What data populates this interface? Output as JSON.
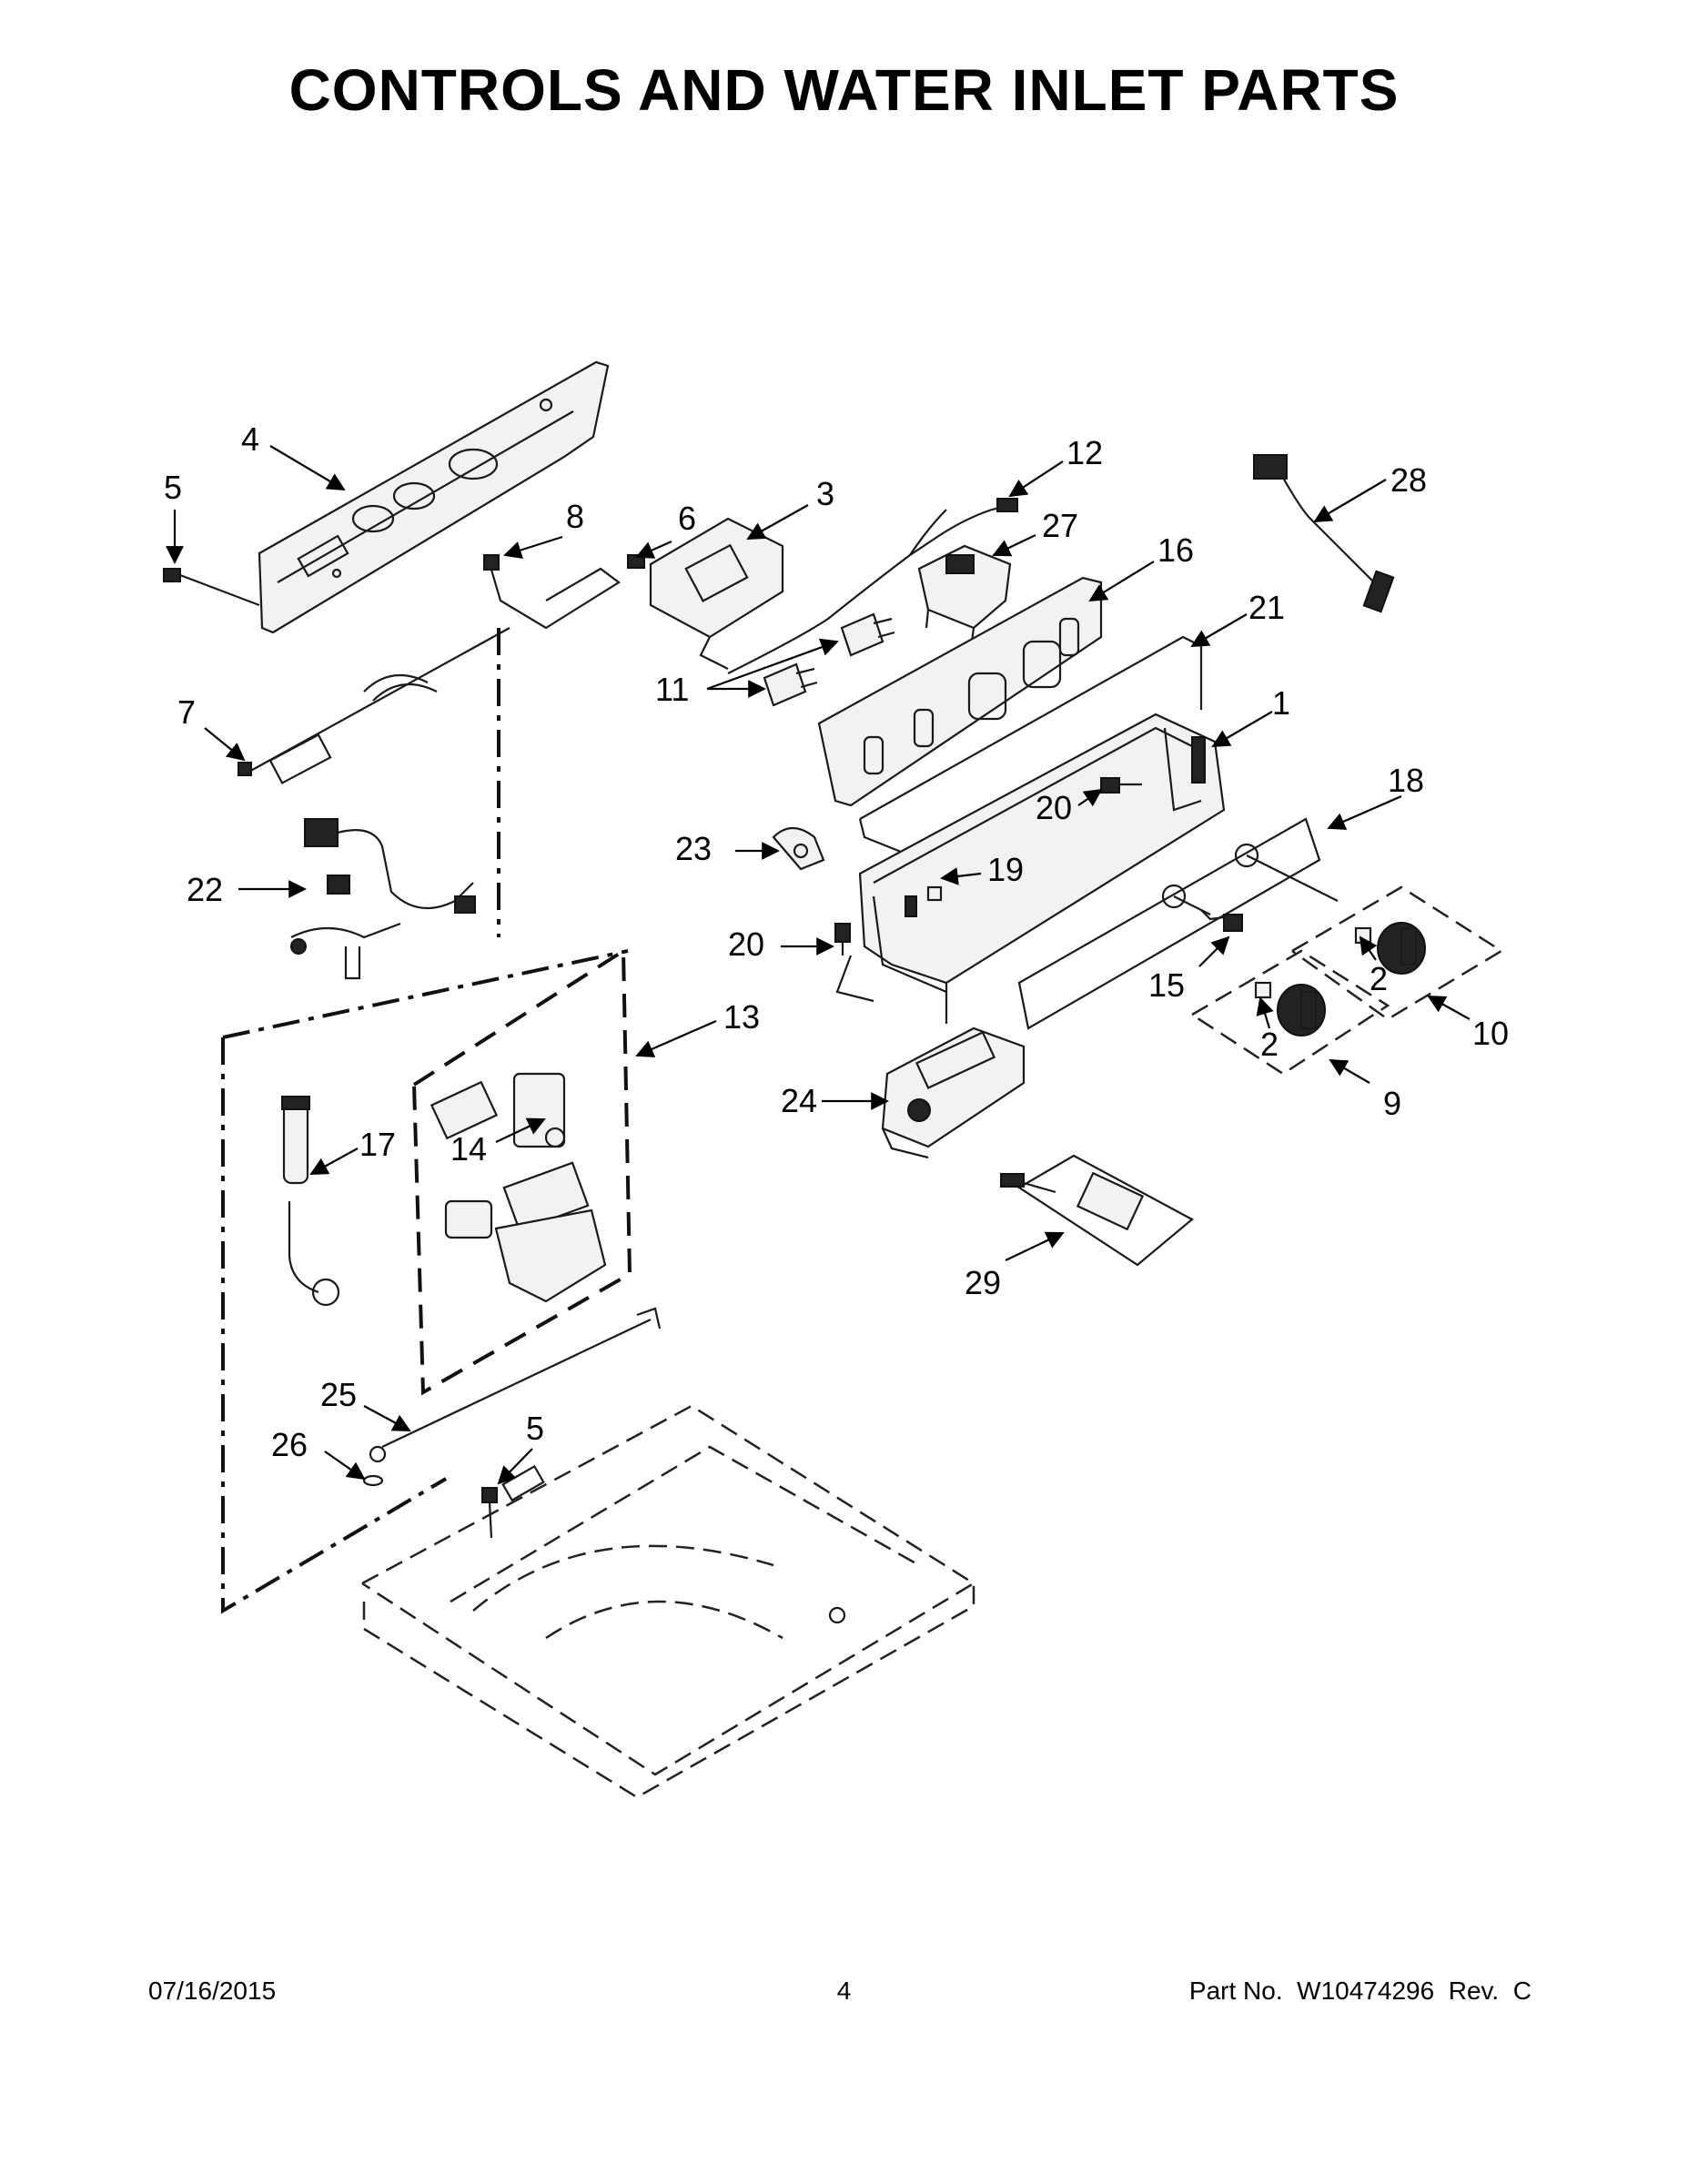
{
  "title": "CONTROLS AND WATER INLET PARTS",
  "footer": {
    "date": "07/16/2015",
    "page": "4",
    "part_number": "Part No.  W10474296  Rev.  C"
  },
  "callouts": [
    "1",
    "2",
    "2",
    "3",
    "4",
    "5",
    "5",
    "6",
    "7",
    "8",
    "9",
    "10",
    "11",
    "12",
    "13",
    "14",
    "15",
    "16",
    "17",
    "18",
    "19",
    "20",
    "20",
    "21",
    "22",
    "23",
    "24",
    "25",
    "26",
    "27",
    "28",
    "29"
  ]
}
